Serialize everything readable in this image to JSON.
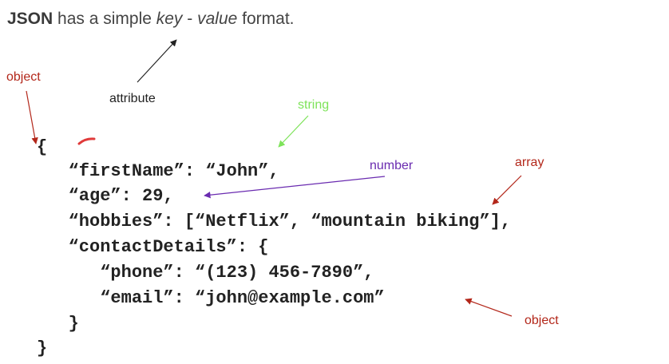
{
  "heading": {
    "bold": "JSON",
    "part1": " has a simple ",
    "key": "key",
    "sep": " - ",
    "value": "value",
    "part2": " format."
  },
  "labels": {
    "object_top": "object",
    "attribute": "attribute",
    "string": "string",
    "number": "number",
    "array": "array",
    "object_bottom": "object"
  },
  "code": {
    "line1": "{",
    "line2": "   “firstName”: “John”,",
    "line3": "   “age”: 29,",
    "line4": "   “hobbies”: [“Netflix”, “mountain biking”],",
    "line5": "   “contactDetails”: {",
    "line6": "      “phone”: “(123) 456-7890”,",
    "line7": "      “email”: “john@example.com”",
    "line8": "   }",
    "line9": "}"
  },
  "colors": {
    "object": "#b3271a",
    "attribute": "#222222",
    "string": "#7ee35a",
    "number": "#6a2bb0",
    "array": "#b3271a"
  }
}
